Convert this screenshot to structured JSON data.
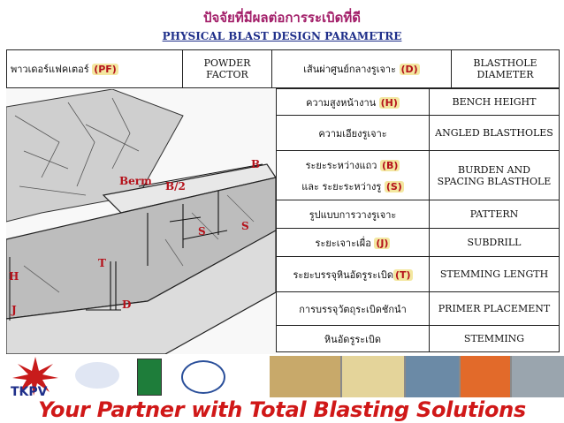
{
  "title": "ปัจจัยที่มีผลต่อการระเบิดที่ดี",
  "subtitle": "PHYSICAL BLAST DESIGN PARAMETRE",
  "top_row": {
    "powder_factor_th": "พาวเดอร์แฟคเตอร์",
    "powder_factor_abbr": "(PF)",
    "powder_factor_en": "POWDER FACTOR",
    "diameter_th": "เส้นผ่าศูนย์กลางรูเจาะ",
    "diameter_abbr": "(D)",
    "diameter_en": "BLASTHOLE DIAMETER"
  },
  "rows": [
    {
      "th": "ความสูงหน้างาน",
      "abbr": "(H)",
      "en": "BENCH HEIGHT"
    },
    {
      "th": "ความเอียงรูเจาะ",
      "abbr": "",
      "en": "ANGLED BLASTHOLES"
    },
    {
      "th": "ระยะระหว่างแถว",
      "abbr": "(B)",
      "th2": "และ ระยะระหว่างรู",
      "abbr2": "(S)",
      "en": "BURDEN AND SPACING BLASTHOLE"
    },
    {
      "th": "รูปแบบการวางรูเจาะ",
      "abbr": "",
      "en": "PATTERN"
    },
    {
      "th": "ระยะเจาะเผื่อ",
      "abbr": "(J)",
      "en": "SUBDRILL"
    },
    {
      "th": "ระยะบรรจุหินอัดรูระเบิด",
      "abbr": "(T)",
      "en": "STEMMING LENGTH"
    },
    {
      "th": "การบรรจุวัตถุระเบิดชักนำ",
      "abbr": "",
      "en": "PRIMER PLACEMENT"
    },
    {
      "th": "หินอัดรูระเบิด",
      "abbr": "",
      "en": "STEMMING"
    }
  ],
  "diagram_labels": {
    "B": "B",
    "B2": "B/2",
    "Berm": "Berm",
    "S1": "S",
    "S2": "S",
    "T": "T",
    "H": "H",
    "J": "J",
    "D": "D"
  },
  "footer": {
    "logo_main": "TKPV",
    "slogan": "Your Partner with Total Blasting Solutions"
  },
  "colors": {
    "title": "#a3206a",
    "subtitle": "#1f2f8a",
    "highlight": "#b5121b",
    "slogan": "#d01818"
  }
}
